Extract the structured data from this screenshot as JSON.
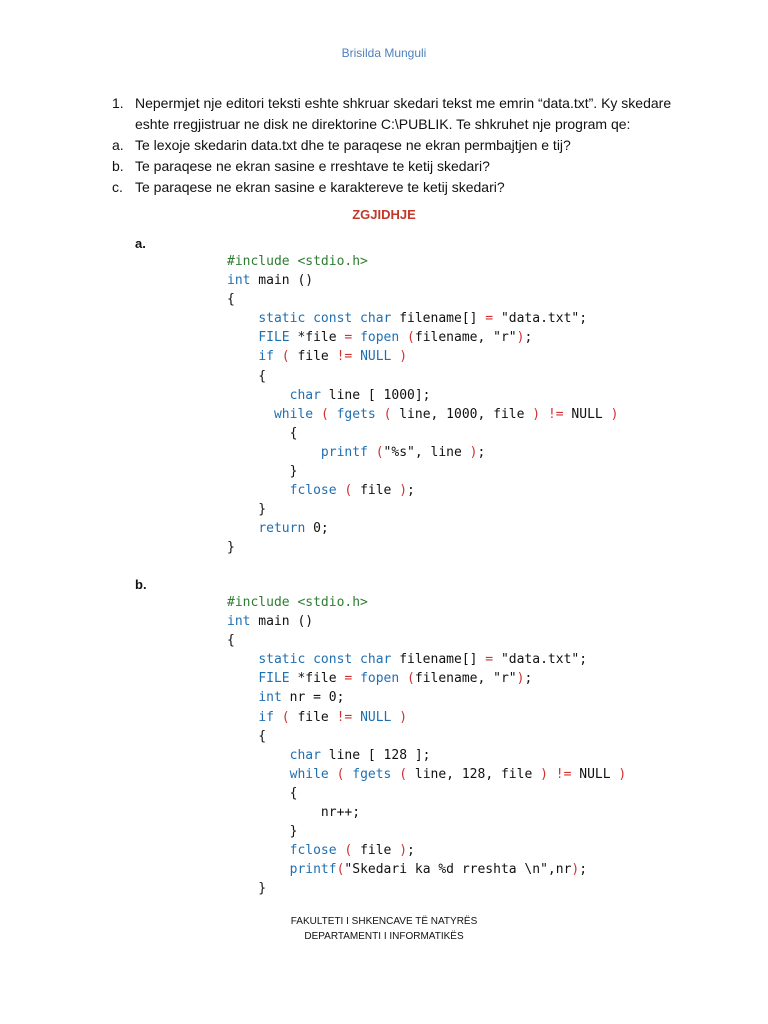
{
  "header": {
    "author": "Brisilda Munguli"
  },
  "question": {
    "number": "1.",
    "text": "Nepermjet nje editori teksti eshte shkruar skedari tekst me emrin “data.txt”. Ky skedare eshte rregjistruar ne disk ne direktorine C:\\PUBLIK. Te shkruhet nje program qe:",
    "items": [
      {
        "letter": "a.",
        "text": "Te lexoje skedarin data.txt dhe te paraqese ne ekran permbajtjen e tij?"
      },
      {
        "letter": "b.",
        "text": "Te paraqese ne ekran sasine e rreshtave te ketij skedari?"
      },
      {
        "letter": "c.",
        "text": "Te paraqese ne ekran sasine e karaktereve te ketij skedari?"
      }
    ]
  },
  "solution": {
    "title": "ZGJIDHJE",
    "parts": [
      {
        "label": "a.",
        "code": [
          [
            [
              "pp",
              "#include <stdio.h>"
            ]
          ],
          [
            [
              "kw",
              "int"
            ],
            [
              "t",
              " main ()"
            ]
          ],
          [
            [
              "t",
              "{"
            ]
          ],
          [
            [
              "t",
              "    "
            ],
            [
              "kw",
              "static const char"
            ],
            [
              "t",
              " filename[] "
            ],
            [
              "op",
              "="
            ],
            [
              "t",
              " \"data.txt\";"
            ]
          ],
          [
            [
              "t",
              "    "
            ],
            [
              "kw",
              "FILE"
            ],
            [
              "t",
              " *file "
            ],
            [
              "op",
              "="
            ],
            [
              "t",
              " "
            ],
            [
              "kw",
              "fopen"
            ],
            [
              "t",
              " "
            ],
            [
              "op",
              "("
            ],
            [
              "t",
              "filename, \"r\""
            ],
            [
              "op",
              ")"
            ],
            [
              "t",
              ";"
            ]
          ],
          [
            [
              "t",
              "    "
            ],
            [
              "kw",
              "if"
            ],
            [
              "t",
              " "
            ],
            [
              "op",
              "("
            ],
            [
              "t",
              " file "
            ],
            [
              "op",
              "!="
            ],
            [
              "t",
              " "
            ],
            [
              "kw",
              "NULL"
            ],
            [
              "t",
              " "
            ],
            [
              "op",
              ")"
            ]
          ],
          [
            [
              "t",
              "    {"
            ]
          ],
          [
            [
              "t",
              "        "
            ],
            [
              "kw",
              "char"
            ],
            [
              "t",
              " line [ 1000];"
            ]
          ],
          [
            [
              "t",
              "      "
            ],
            [
              "kw",
              "while"
            ],
            [
              "t",
              " "
            ],
            [
              "op",
              "("
            ],
            [
              "t",
              " "
            ],
            [
              "kw",
              "fgets"
            ],
            [
              "t",
              " "
            ],
            [
              "op",
              "("
            ],
            [
              "t",
              " line, 1000, file "
            ],
            [
              "op",
              ")"
            ],
            [
              "t",
              " "
            ],
            [
              "op",
              "!="
            ],
            [
              "t",
              " NULL "
            ],
            [
              "op",
              ")"
            ]
          ],
          [
            [
              "t",
              "        {"
            ]
          ],
          [
            [
              "t",
              "            "
            ],
            [
              "kw",
              "printf"
            ],
            [
              "t",
              " "
            ],
            [
              "op",
              "("
            ],
            [
              "t",
              "\"%s\", line "
            ],
            [
              "op",
              ")"
            ],
            [
              "t",
              ";"
            ]
          ],
          [
            [
              "t",
              "        }"
            ]
          ],
          [
            [
              "t",
              "        "
            ],
            [
              "kw",
              "fclose"
            ],
            [
              "t",
              " "
            ],
            [
              "op",
              "("
            ],
            [
              "t",
              " file "
            ],
            [
              "op",
              ")"
            ],
            [
              "t",
              ";"
            ]
          ],
          [
            [
              "t",
              "    }"
            ]
          ],
          [
            [
              "t",
              "    "
            ],
            [
              "kw",
              "return"
            ],
            [
              "t",
              " 0;"
            ]
          ],
          [
            [
              "t",
              "}"
            ]
          ]
        ]
      },
      {
        "label": "b.",
        "code": [
          [
            [
              "pp",
              "#include <stdio.h>"
            ]
          ],
          [
            [
              "kw",
              "int"
            ],
            [
              "t",
              " main ()"
            ]
          ],
          [
            [
              "t",
              "{"
            ]
          ],
          [
            [
              "t",
              "    "
            ],
            [
              "kw",
              "static const char"
            ],
            [
              "t",
              " filename[] "
            ],
            [
              "op",
              "="
            ],
            [
              "t",
              " \"data.txt\";"
            ]
          ],
          [
            [
              "t",
              "    "
            ],
            [
              "kw",
              "FILE"
            ],
            [
              "t",
              " *file "
            ],
            [
              "op",
              "="
            ],
            [
              "t",
              " "
            ],
            [
              "kw",
              "fopen"
            ],
            [
              "t",
              " "
            ],
            [
              "op",
              "("
            ],
            [
              "t",
              "filename, \"r\""
            ],
            [
              "op",
              ")"
            ],
            [
              "t",
              ";"
            ]
          ],
          [
            [
              "t",
              "    "
            ],
            [
              "kw",
              "int"
            ],
            [
              "t",
              " nr = 0;"
            ]
          ],
          [
            [
              "t",
              "    "
            ],
            [
              "kw",
              "if"
            ],
            [
              "t",
              " "
            ],
            [
              "op",
              "("
            ],
            [
              "t",
              " file "
            ],
            [
              "op",
              "!="
            ],
            [
              "t",
              " "
            ],
            [
              "kw",
              "NULL"
            ],
            [
              "t",
              " "
            ],
            [
              "op",
              ")"
            ]
          ],
          [
            [
              "t",
              "    {"
            ]
          ],
          [
            [
              "t",
              "        "
            ],
            [
              "kw",
              "char"
            ],
            [
              "t",
              " line [ 128 ];"
            ]
          ],
          [
            [
              "t",
              "        "
            ],
            [
              "kw",
              "while"
            ],
            [
              "t",
              " "
            ],
            [
              "op",
              "("
            ],
            [
              "t",
              " "
            ],
            [
              "kw",
              "fgets"
            ],
            [
              "t",
              " "
            ],
            [
              "op",
              "("
            ],
            [
              "t",
              " line, 128, file "
            ],
            [
              "op",
              ")"
            ],
            [
              "t",
              " "
            ],
            [
              "op",
              "!="
            ],
            [
              "t",
              " NULL "
            ],
            [
              "op",
              ")"
            ]
          ],
          [
            [
              "t",
              "        {"
            ]
          ],
          [
            [
              "t",
              "            nr++;"
            ]
          ],
          [
            [
              "t",
              "        }"
            ]
          ],
          [
            [
              "t",
              "        "
            ],
            [
              "kw",
              "fclose"
            ],
            [
              "t",
              " "
            ],
            [
              "op",
              "("
            ],
            [
              "t",
              " file "
            ],
            [
              "op",
              ")"
            ],
            [
              "t",
              ";"
            ]
          ],
          [
            [
              "t",
              "        "
            ],
            [
              "kw",
              "printf"
            ],
            [
              "op",
              "("
            ],
            [
              "t",
              "\"Skedari ka %d rreshta \\n\",nr"
            ],
            [
              "op",
              ")"
            ],
            [
              "t",
              ";"
            ]
          ],
          [
            [
              "t",
              "    }"
            ]
          ]
        ]
      }
    ]
  },
  "footer": {
    "line1": "FAKULTETI I SHKENCAVE TË NATYRËS",
    "line2": "DEPARTAMENTI I INFORMATIKËS"
  }
}
